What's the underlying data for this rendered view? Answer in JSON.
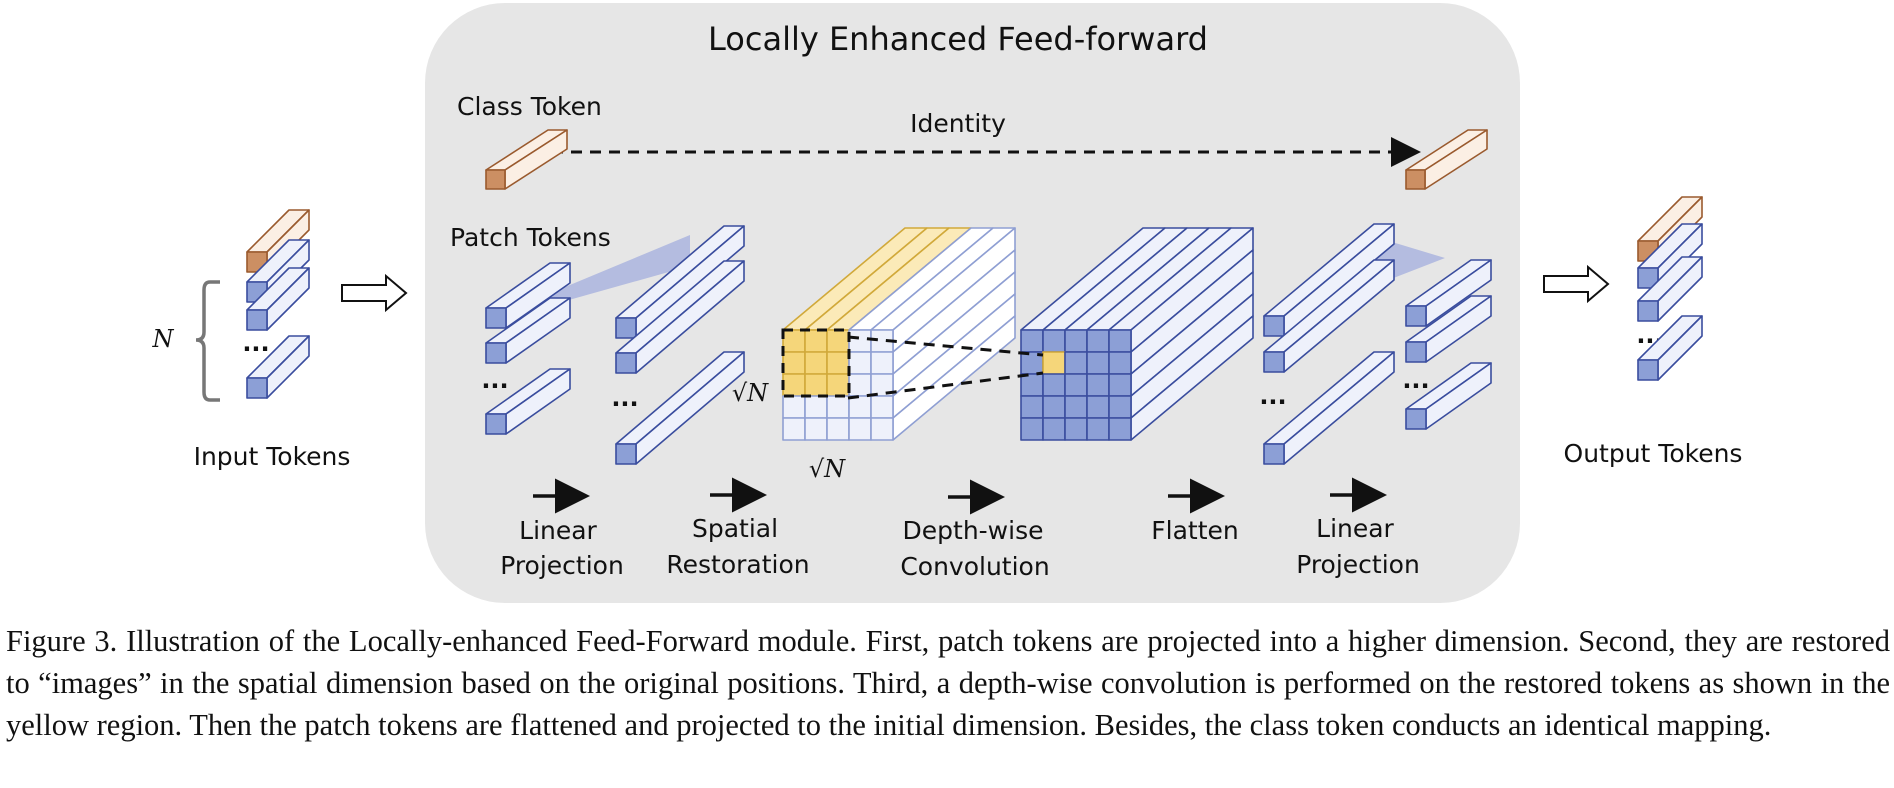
{
  "module_title": "Locally Enhanced Feed-forward",
  "class_token_label": "Class Token",
  "identity_label": "Identity",
  "patch_tokens_label": "Patch Tokens",
  "input_tokens_label": "Input Tokens",
  "output_tokens_label": "Output Tokens",
  "n_label": "N",
  "sqrt_n_label": "√N",
  "ellipsis": "...",
  "steps": [
    {
      "line1": "Linear",
      "line2": "Projection"
    },
    {
      "line1": "Spatial",
      "line2": "Restoration"
    },
    {
      "line1": "Depth-wise",
      "line2": "Convolution"
    },
    {
      "line1": "Flatten",
      "line2": ""
    },
    {
      "line1": "Linear",
      "line2": "Projection"
    }
  ],
  "caption": "Figure 3. Illustration of the Locally-enhanced Feed-Forward module. First, patch tokens are projected into a higher dimension. Second, they are restored to “images” in the spatial dimension based on the original positions. Third, a depth-wise convolution is performed on the restored tokens as shown in the yellow region. Then the patch tokens are flattened and projected to the initial dimension. Besides, the class token conducts an identical mapping.",
  "colors": {
    "panel": "#e6e6e6",
    "blue_fill": "#8c9fd6",
    "blue_stroke": "#3a4d9e",
    "orange_fill": "#cc8f63",
    "orange_stroke": "#9a5a2e",
    "yellow": "#f5d67a",
    "shade": "#aab4de"
  }
}
